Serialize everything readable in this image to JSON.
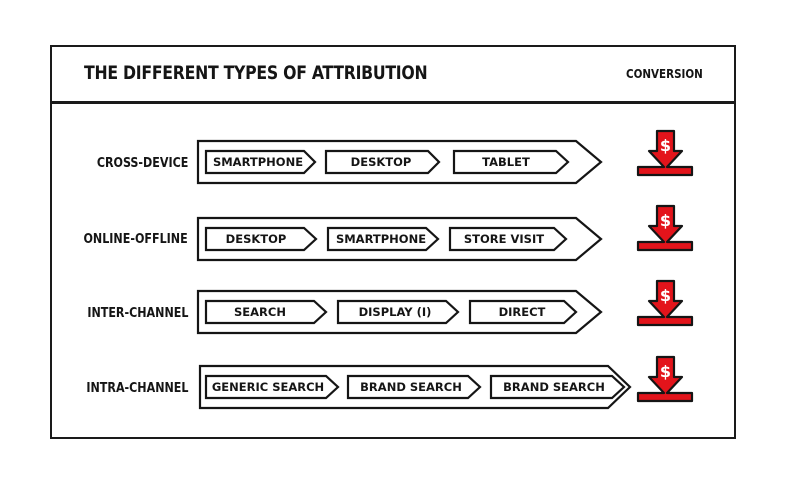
{
  "title": "THE DIFFERENT TYPES OF ATTRIBUTION",
  "conversion_label": "CONVERSION",
  "colors": {
    "accent": "#e3141b",
    "ink": "#151515"
  },
  "rows": [
    {
      "label": "CROSS-DEVICE",
      "steps": [
        "SMARTPHONE",
        "DESKTOP",
        "TABLET"
      ],
      "icon": "dollar-arrow-down-icon"
    },
    {
      "label": "ONLINE-OFFLINE",
      "steps": [
        "DESKTOP",
        "SMARTPHONE",
        "STORE VISIT"
      ],
      "icon": "dollar-arrow-down-icon"
    },
    {
      "label": "INTER-CHANNEL",
      "steps": [
        "SEARCH",
        "DISPLAY (I)",
        "DIRECT"
      ],
      "icon": "dollar-arrow-down-icon"
    },
    {
      "label": "INTRA-CHANNEL",
      "steps": [
        "GENERIC SEARCH",
        "BRAND SEARCH",
        "BRAND SEARCH"
      ],
      "icon": "dollar-arrow-down-icon"
    }
  ]
}
